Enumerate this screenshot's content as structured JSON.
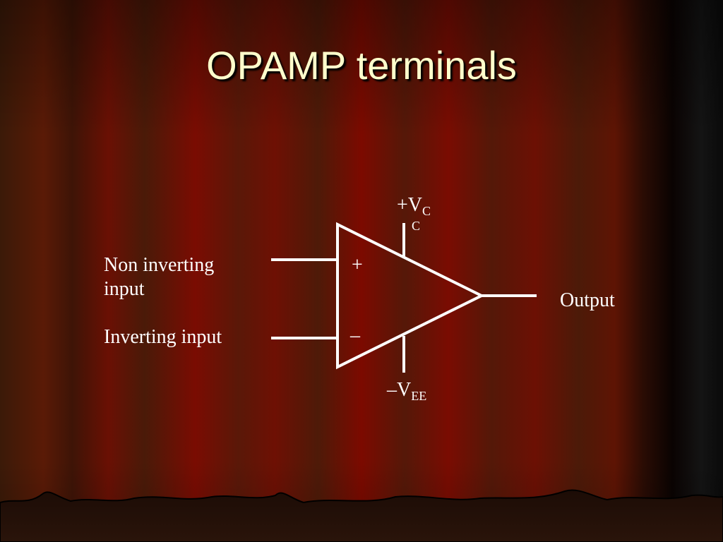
{
  "slide": {
    "title": "OPAMP terminals"
  },
  "diagram": {
    "non_inverting_label_line1": "Non inverting",
    "non_inverting_label_line2": "input",
    "inverting_label": "Inverting input",
    "output_label": "Output",
    "plus_sign": "+",
    "minus_sign": "–",
    "vcc_main": "+V",
    "vcc_sub1": "C",
    "vcc_sub2": "C",
    "vee_main": "–V",
    "vee_sub": "EE"
  },
  "colors": {
    "title": "#ffffcc",
    "text": "#ffffff",
    "curtain_dark": "#3a1205",
    "curtain_red": "#7a0a00"
  }
}
